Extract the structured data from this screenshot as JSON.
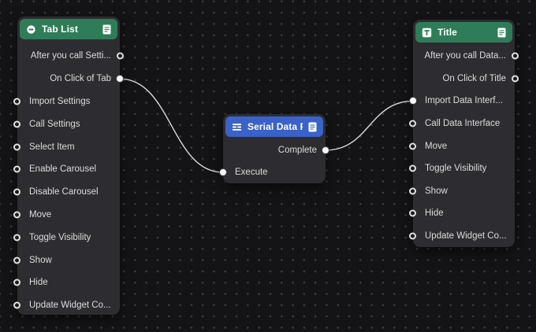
{
  "canvas": {
    "background_color": "#141417",
    "dot_color": "#3d3d41",
    "wire_color": "#d9d9d9"
  },
  "nodes": [
    {
      "id": "tab-list",
      "title": "Tab List",
      "header_color": "#2e7d58",
      "icon": "tab-list-icon",
      "doc_icon": "document-icon",
      "ports": [
        {
          "label": "After you call Setti...",
          "side": "out",
          "connected": false
        },
        {
          "label": "On Click of Tab",
          "side": "out",
          "connected": true
        },
        {
          "label": "Import Settings",
          "side": "in",
          "connected": false
        },
        {
          "label": "Call Settings",
          "side": "in",
          "connected": false
        },
        {
          "label": "Select Item",
          "side": "in",
          "connected": false
        },
        {
          "label": "Enable Carousel",
          "side": "in",
          "connected": false
        },
        {
          "label": "Disable Carousel",
          "side": "in",
          "connected": false
        },
        {
          "label": "Move",
          "side": "in",
          "connected": false
        },
        {
          "label": "Toggle Visibility",
          "side": "in",
          "connected": false
        },
        {
          "label": "Show",
          "side": "in",
          "connected": false
        },
        {
          "label": "Hide",
          "side": "in",
          "connected": false
        },
        {
          "label": "Update Widget Co...",
          "side": "in",
          "connected": false
        }
      ]
    },
    {
      "id": "serial-data",
      "title": "Serial Data Pr...",
      "header_color": "#3a62c8",
      "icon": "serial-data-icon",
      "doc_icon": "document-icon",
      "ports": [
        {
          "label": "Complete",
          "side": "out",
          "connected": true
        },
        {
          "label": "Execute",
          "side": "in",
          "connected": true
        }
      ]
    },
    {
      "id": "title",
      "title": "Title",
      "header_color": "#2e7d58",
      "icon": "title-icon",
      "doc_icon": "document-icon",
      "ports": [
        {
          "label": "After you call Data...",
          "side": "out",
          "connected": false
        },
        {
          "label": "On Click of Title",
          "side": "out",
          "connected": false
        },
        {
          "label": "Import Data Interf...",
          "side": "in",
          "connected": true
        },
        {
          "label": "Call Data Interface",
          "side": "in",
          "connected": false
        },
        {
          "label": "Move",
          "side": "in",
          "connected": false
        },
        {
          "label": "Toggle Visibility",
          "side": "in",
          "connected": false
        },
        {
          "label": "Show",
          "side": "in",
          "connected": false
        },
        {
          "label": "Hide",
          "side": "in",
          "connected": false
        },
        {
          "label": "Update Widget Co...",
          "side": "in",
          "connected": false
        }
      ]
    }
  ],
  "connections": [
    {
      "from": "0-1",
      "to": "1-1"
    },
    {
      "from": "1-0",
      "to": "2-2"
    }
  ]
}
